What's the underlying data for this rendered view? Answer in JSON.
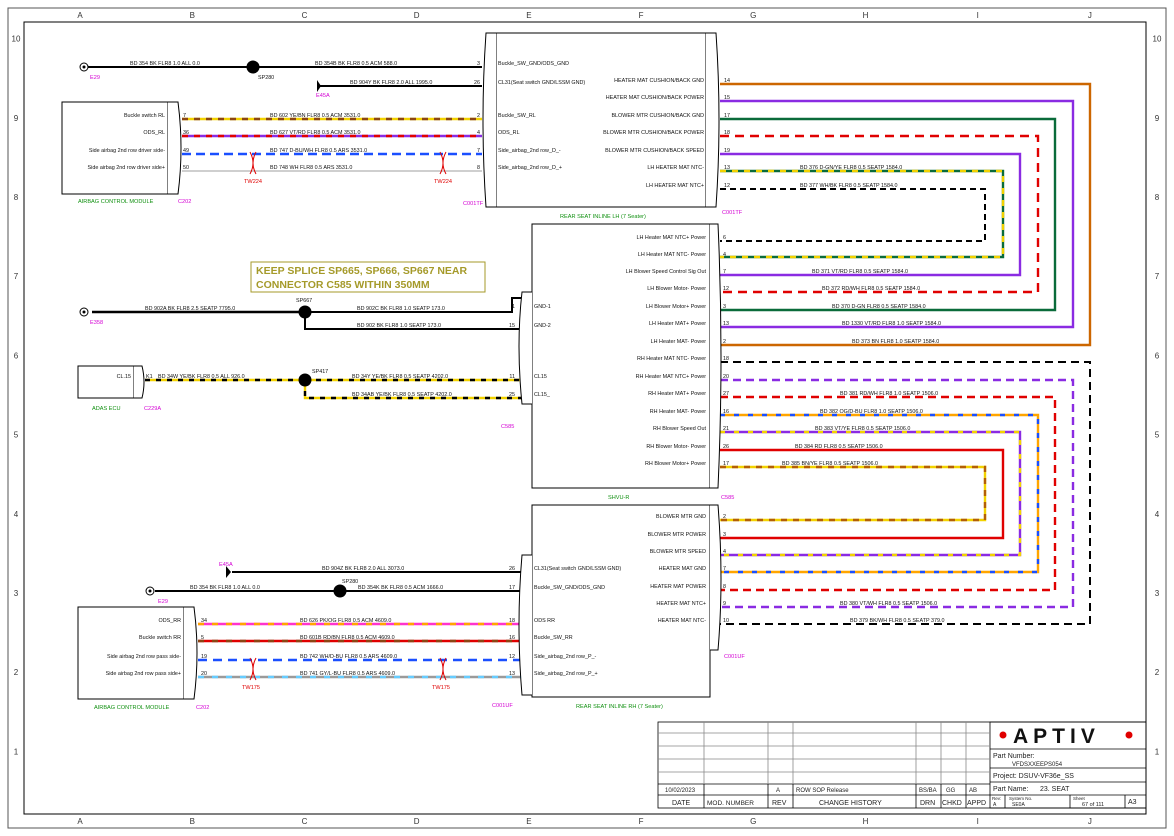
{
  "grid": {
    "cols": [
      "A",
      "B",
      "C",
      "D",
      "E",
      "F",
      "G",
      "H",
      "I",
      "J"
    ],
    "rows": [
      "10",
      "9",
      "8",
      "7",
      "6",
      "5",
      "4",
      "3",
      "2",
      "1"
    ]
  },
  "note": [
    "KEEP SPLICE SP665, SP666, SP667 NEAR",
    "CONNECTOR C585 WITHIN 350MM"
  ],
  "grounds": {
    "e29_top": "E29",
    "e45a_top": "E45A",
    "e358": "E358",
    "e45a_bot": "E45A",
    "e29_bot": "E29"
  },
  "splices": {
    "sp280_top": "SP280",
    "sp667": "SP667",
    "sp417": "SP417",
    "sp280_bot": "SP280"
  },
  "twists": {
    "tw224a": "TW224",
    "tw224b": "TW224",
    "tw175a": "TW175",
    "tw175b": "TW175"
  },
  "acm_top": {
    "name": "AIRBAG CONTROL MODULE",
    "conn": "C202",
    "pins": [
      {
        "label": "Buckle switch RL",
        "num": "7"
      },
      {
        "label": "ODS_RL",
        "num": "36"
      },
      {
        "label": "Side airbag 2nd row driver side-",
        "num": "49"
      },
      {
        "label": "Side airbag 2nd row driver side+",
        "num": "50"
      }
    ]
  },
  "acm_bot": {
    "name": "AIRBAG CONTROL MODULE",
    "conn": "C202",
    "pins": [
      {
        "label": "ODS_RR",
        "num": "34"
      },
      {
        "label": "Buckle switch RR",
        "num": "5"
      },
      {
        "label": "Side airbag 2nd row pass side-",
        "num": "19"
      },
      {
        "label": "Side airbag 2nd row pass side+",
        "num": "20"
      }
    ]
  },
  "adas": {
    "name": "ADAS ECU",
    "conn": "C229A",
    "pin_label": "CL.15",
    "pin_num": "K1"
  },
  "lh_seat": {
    "name": "REAR SEAT INLINE LH (7 Seater)",
    "conn_left": "C001TF",
    "conn_right": "C001TF",
    "left_pins": [
      {
        "label": "Buckle_SW_GND/ODS_GND",
        "num": "3"
      },
      {
        "label": "CL31(Seat switch GND/LSSM GND)",
        "num": "26"
      },
      {
        "label": "Buckle_SW_RL",
        "num": "2"
      },
      {
        "label": "ODS_RL",
        "num": "4"
      },
      {
        "label": "Side_airbag_2nd row_D_-",
        "num": "7"
      },
      {
        "label": "Side_airbag_2nd row_D_+",
        "num": "8"
      }
    ],
    "right_pins": [
      {
        "label": "HEATER MAT CUSHION/BACK GND",
        "num": "14"
      },
      {
        "label": "HEATER MAT CUSHION/BACK POWER",
        "num": "15"
      },
      {
        "label": "BLOWER MTR CUSHION/BACK GND",
        "num": "17"
      },
      {
        "label": "BLOWER MTR CUSHION/BACK POWER",
        "num": "18"
      },
      {
        "label": "BLOWER MTR CUSHION/BACK SPEED",
        "num": "19"
      },
      {
        "label": "LH HEATER MAT NTC-",
        "num": "13"
      },
      {
        "label": "LH HEATER MAT NTC+",
        "num": "12"
      }
    ]
  },
  "hvac": {
    "name": "SHVU-R",
    "conn_left": "C585",
    "conn_right": "C585",
    "left_pins": [
      {
        "label": "GND-1",
        "num": "1"
      },
      {
        "label": "GND-2",
        "num": "15"
      },
      {
        "label": "CL15",
        "num": "11"
      },
      {
        "label": "CL15_",
        "num": "25"
      }
    ],
    "right_pins": [
      {
        "label": "LH Heater MAT NTC+ Power",
        "num": "6"
      },
      {
        "label": "LH Heater MAT NTC- Power",
        "num": "4"
      },
      {
        "label": "LH Blower Speed Control Sig Out",
        "num": "7"
      },
      {
        "label": "LH Blower Motor- Power",
        "num": "12"
      },
      {
        "label": "LH Blower Motor+ Power",
        "num": "3"
      },
      {
        "label": "LH Heater MAT+ Power",
        "num": "13"
      },
      {
        "label": "LH Heater MAT- Power",
        "num": "2"
      },
      {
        "label": "RH Heater MAT NTC- Power",
        "num": "18"
      },
      {
        "label": "RH Heater MAT NTC+ Power",
        "num": "20"
      },
      {
        "label": "RH Heater MAT+ Power",
        "num": "27"
      },
      {
        "label": "RH Heater MAT- Power",
        "num": "16"
      },
      {
        "label": "RH Blower Speed Out",
        "num": "21"
      },
      {
        "label": "RH Blower Motor- Power",
        "num": "26"
      },
      {
        "label": "RH Blower Motor+ Power",
        "num": "17"
      }
    ]
  },
  "rh_seat": {
    "name": "REAR SEAT INLINE RH (7 Seater)",
    "conn_left": "C001UF",
    "conn_right": "C001UF",
    "left_pins": [
      {
        "label": "CL31(Seat switch GND/LSSM GND)",
        "num": "26"
      },
      {
        "label": "Buckle_SW_GND/ODS_GND",
        "num": "17"
      },
      {
        "label": "ODS RR",
        "num": "18"
      },
      {
        "label": "Buckle_SW_RR",
        "num": "16"
      },
      {
        "label": "Side_airbag_2nd row_P_-",
        "num": "12"
      },
      {
        "label": "Side_airbag_2nd row_P_+",
        "num": "13"
      }
    ],
    "right_pins": [
      {
        "label": "BLOWER MTR GND",
        "num": "2"
      },
      {
        "label": "BLOWER MTR POWER",
        "num": "3"
      },
      {
        "label": "BLOWER MTR SPEED",
        "num": "4"
      },
      {
        "label": "HEATER MAT GND",
        "num": "7"
      },
      {
        "label": "HEATER MAT POWER",
        "num": "8"
      },
      {
        "label": "HEATER MAT NTC+",
        "num": "9"
      },
      {
        "label": "HEATER MAT NTC-",
        "num": "10"
      }
    ]
  },
  "wires": [
    {
      "id": "w1",
      "text": "BD 354 BK FLR8 1.0 ALL 0.0",
      "color": "#000"
    },
    {
      "id": "w2",
      "text": "BD 354B BK FLR8 0.5 ACM 588.0",
      "color": "#000"
    },
    {
      "id": "w3",
      "text": "BD 904Y BK FLR8 2.0 ALL 1995.0",
      "color": "#000"
    },
    {
      "id": "w4",
      "text": "BD 602 YE/BN FLR8 0.5 ACM 3531.0",
      "color": "#f2d200",
      "stripe": "#8b4513"
    },
    {
      "id": "w5",
      "text": "BD 627 VT/RD FLR8 0.5 ACM 3531.0",
      "color": "#8a2be2",
      "stripe": "#e00000"
    },
    {
      "id": "w6",
      "text": "BD 747 D-BU/WH FLR8 0.5 ARS 3531.0",
      "color": "#1a4fff",
      "stripe": "#ffffff"
    },
    {
      "id": "w7",
      "text": "BD 748 WH FLR8 0.5 ARS 3531.0",
      "color": "#d8d8d8"
    },
    {
      "id": "w8",
      "text": "BD 376 D-GN/YE FLR8 0.5 SEATP 1584.0",
      "color": "#0a6b3a",
      "stripe": "#f2d200"
    },
    {
      "id": "w9",
      "text": "BD 377 WH/BK FLR8 0.5 SEATP 1584.0",
      "color": "#000",
      "stripe": "#ffffff"
    },
    {
      "id": "w10",
      "text": "BD 902A BK FLR8 2.5 SEATP 7795.0",
      "color": "#000"
    },
    {
      "id": "w11",
      "text": "BD 902C BK FLR8 1.0 SEATP 173.0",
      "color": "#000"
    },
    {
      "id": "w12",
      "text": "BD 902 BK FLR8 1.0 SEATP 173.0",
      "color": "#000"
    },
    {
      "id": "w13",
      "text": "BD 34W YE/BK FLR8 0.5 ALL 926.0",
      "color": "#f2d200",
      "stripe": "#000"
    },
    {
      "id": "w14",
      "text": "BD 34Y YE/BK FLR8 0.5 SEATP 4202.0",
      "color": "#f2d200",
      "stripe": "#000"
    },
    {
      "id": "w15",
      "text": "BD 34AB YE/BK FLR8 0.5 SEATP 4202.0",
      "color": "#f2d200",
      "stripe": "#000"
    },
    {
      "id": "w16",
      "text": "BD 371 VT/RD FLR8 0.5 SEATP 1584.0",
      "color": "#8a2be2",
      "stripe": "#e00000"
    },
    {
      "id": "w17",
      "text": "BD 372 RD/WH FLR8 0.5 SEATP 1584.0",
      "color": "#e00000",
      "stripe": "#ffffff"
    },
    {
      "id": "w18",
      "text": "BD 370 D-GN FLR8 0.5 SEATP 1584.0",
      "color": "#0a6b3a"
    },
    {
      "id": "w19",
      "text": "BD 1330 VT/RD FLR8 1.0 SEATP 1584.0",
      "color": "#8a2be2"
    },
    {
      "id": "w20",
      "text": "BD 373 BN FLR8 1.0 SEATP 1584.0",
      "color": "#cc6600"
    },
    {
      "id": "w21",
      "text": "BD 381 RD/WH FLR8 1.0 SEATP 1506.0",
      "color": "#e00000",
      "stripe": "#ffffff"
    },
    {
      "id": "w22",
      "text": "BD 382 OG/D-BU FLR8 1.0 SEATP 1506.0",
      "color": "#ffa500",
      "stripe": "#1a4fff"
    },
    {
      "id": "w23",
      "text": "BD 383 VT/YE FLR8 0.5 SEATP 1506.0",
      "color": "#8a2be2",
      "stripe": "#f2d200"
    },
    {
      "id": "w24",
      "text": "BD 384 RD FLR8 0.5 SEATP 1506.0",
      "color": "#e00000"
    },
    {
      "id": "w25",
      "text": "BD 385 BN/YE FLR8 0.5 SEATP 1506.0",
      "color": "#b45f06",
      "stripe": "#f2d200"
    },
    {
      "id": "w26",
      "text": "BD 904Z BK FLR8 2.0 ALL 3073.0",
      "color": "#000"
    },
    {
      "id": "w27",
      "text": "BD 354 BK FLR8 1.0 ALL 0.0",
      "color": "#000"
    },
    {
      "id": "w28",
      "text": "BD 354K BK FLR8 0.5 ACM 1666.0",
      "color": "#000"
    },
    {
      "id": "w29",
      "text": "BD 626 PK/OG FLR8 0.5 ACM 4609.0",
      "color": "#ff33cc",
      "stripe": "#ffa500"
    },
    {
      "id": "w30",
      "text": "BD 601B RD/BN FLR8 0.5 ACM 4609.0",
      "color": "#e00000",
      "stripe": "#8b4513"
    },
    {
      "id": "w31",
      "text": "BD 742 WH/D-BU FLR8 0.5 ARS 4609.0",
      "color": "#ffffff",
      "stripe": "#1a4fff"
    },
    {
      "id": "w32",
      "text": "BD 741 GY/L-BU FLR8 0.5 ARS 4609.0",
      "color": "#999999",
      "stripe": "#66ccff"
    },
    {
      "id": "w33",
      "text": "BD 380 VT/WH FLR8 0.5 SEATP 1506.0",
      "color": "#8a2be2",
      "stripe": "#ffffff"
    },
    {
      "id": "w34",
      "text": "BD 379 BK/WH FLR8 0.5 SEATP 379.0",
      "color": "#000",
      "stripe": "#ffffff"
    }
  ],
  "title_block": {
    "logo": "APTIV",
    "part_number_label": "Part Number:",
    "part_number": "VFDSXXEEPS054",
    "project": "Project: DSUV-VF36e_SS",
    "part_name_label": "Part Name:",
    "part_name": "23. SEAT",
    "rev_label": "Rev:",
    "rev": "A",
    "system_label": "System No.",
    "system": "SE0A",
    "sheet_label": "Sheet",
    "sheet": "67 of 111",
    "size": "A3",
    "history_row": {
      "date": "10/02/2023",
      "rev": "A",
      "change": "ROW SOP Release",
      "drn": "BS/BA",
      "chkd": "GG",
      "appd": "AB"
    },
    "headers": {
      "date": "DATE",
      "mod": "MOD. NUMBER",
      "rev": "REV",
      "change": "CHANGE HISTORY",
      "drn": "DRN",
      "chkd": "CHKD",
      "appd": "APPD"
    }
  }
}
